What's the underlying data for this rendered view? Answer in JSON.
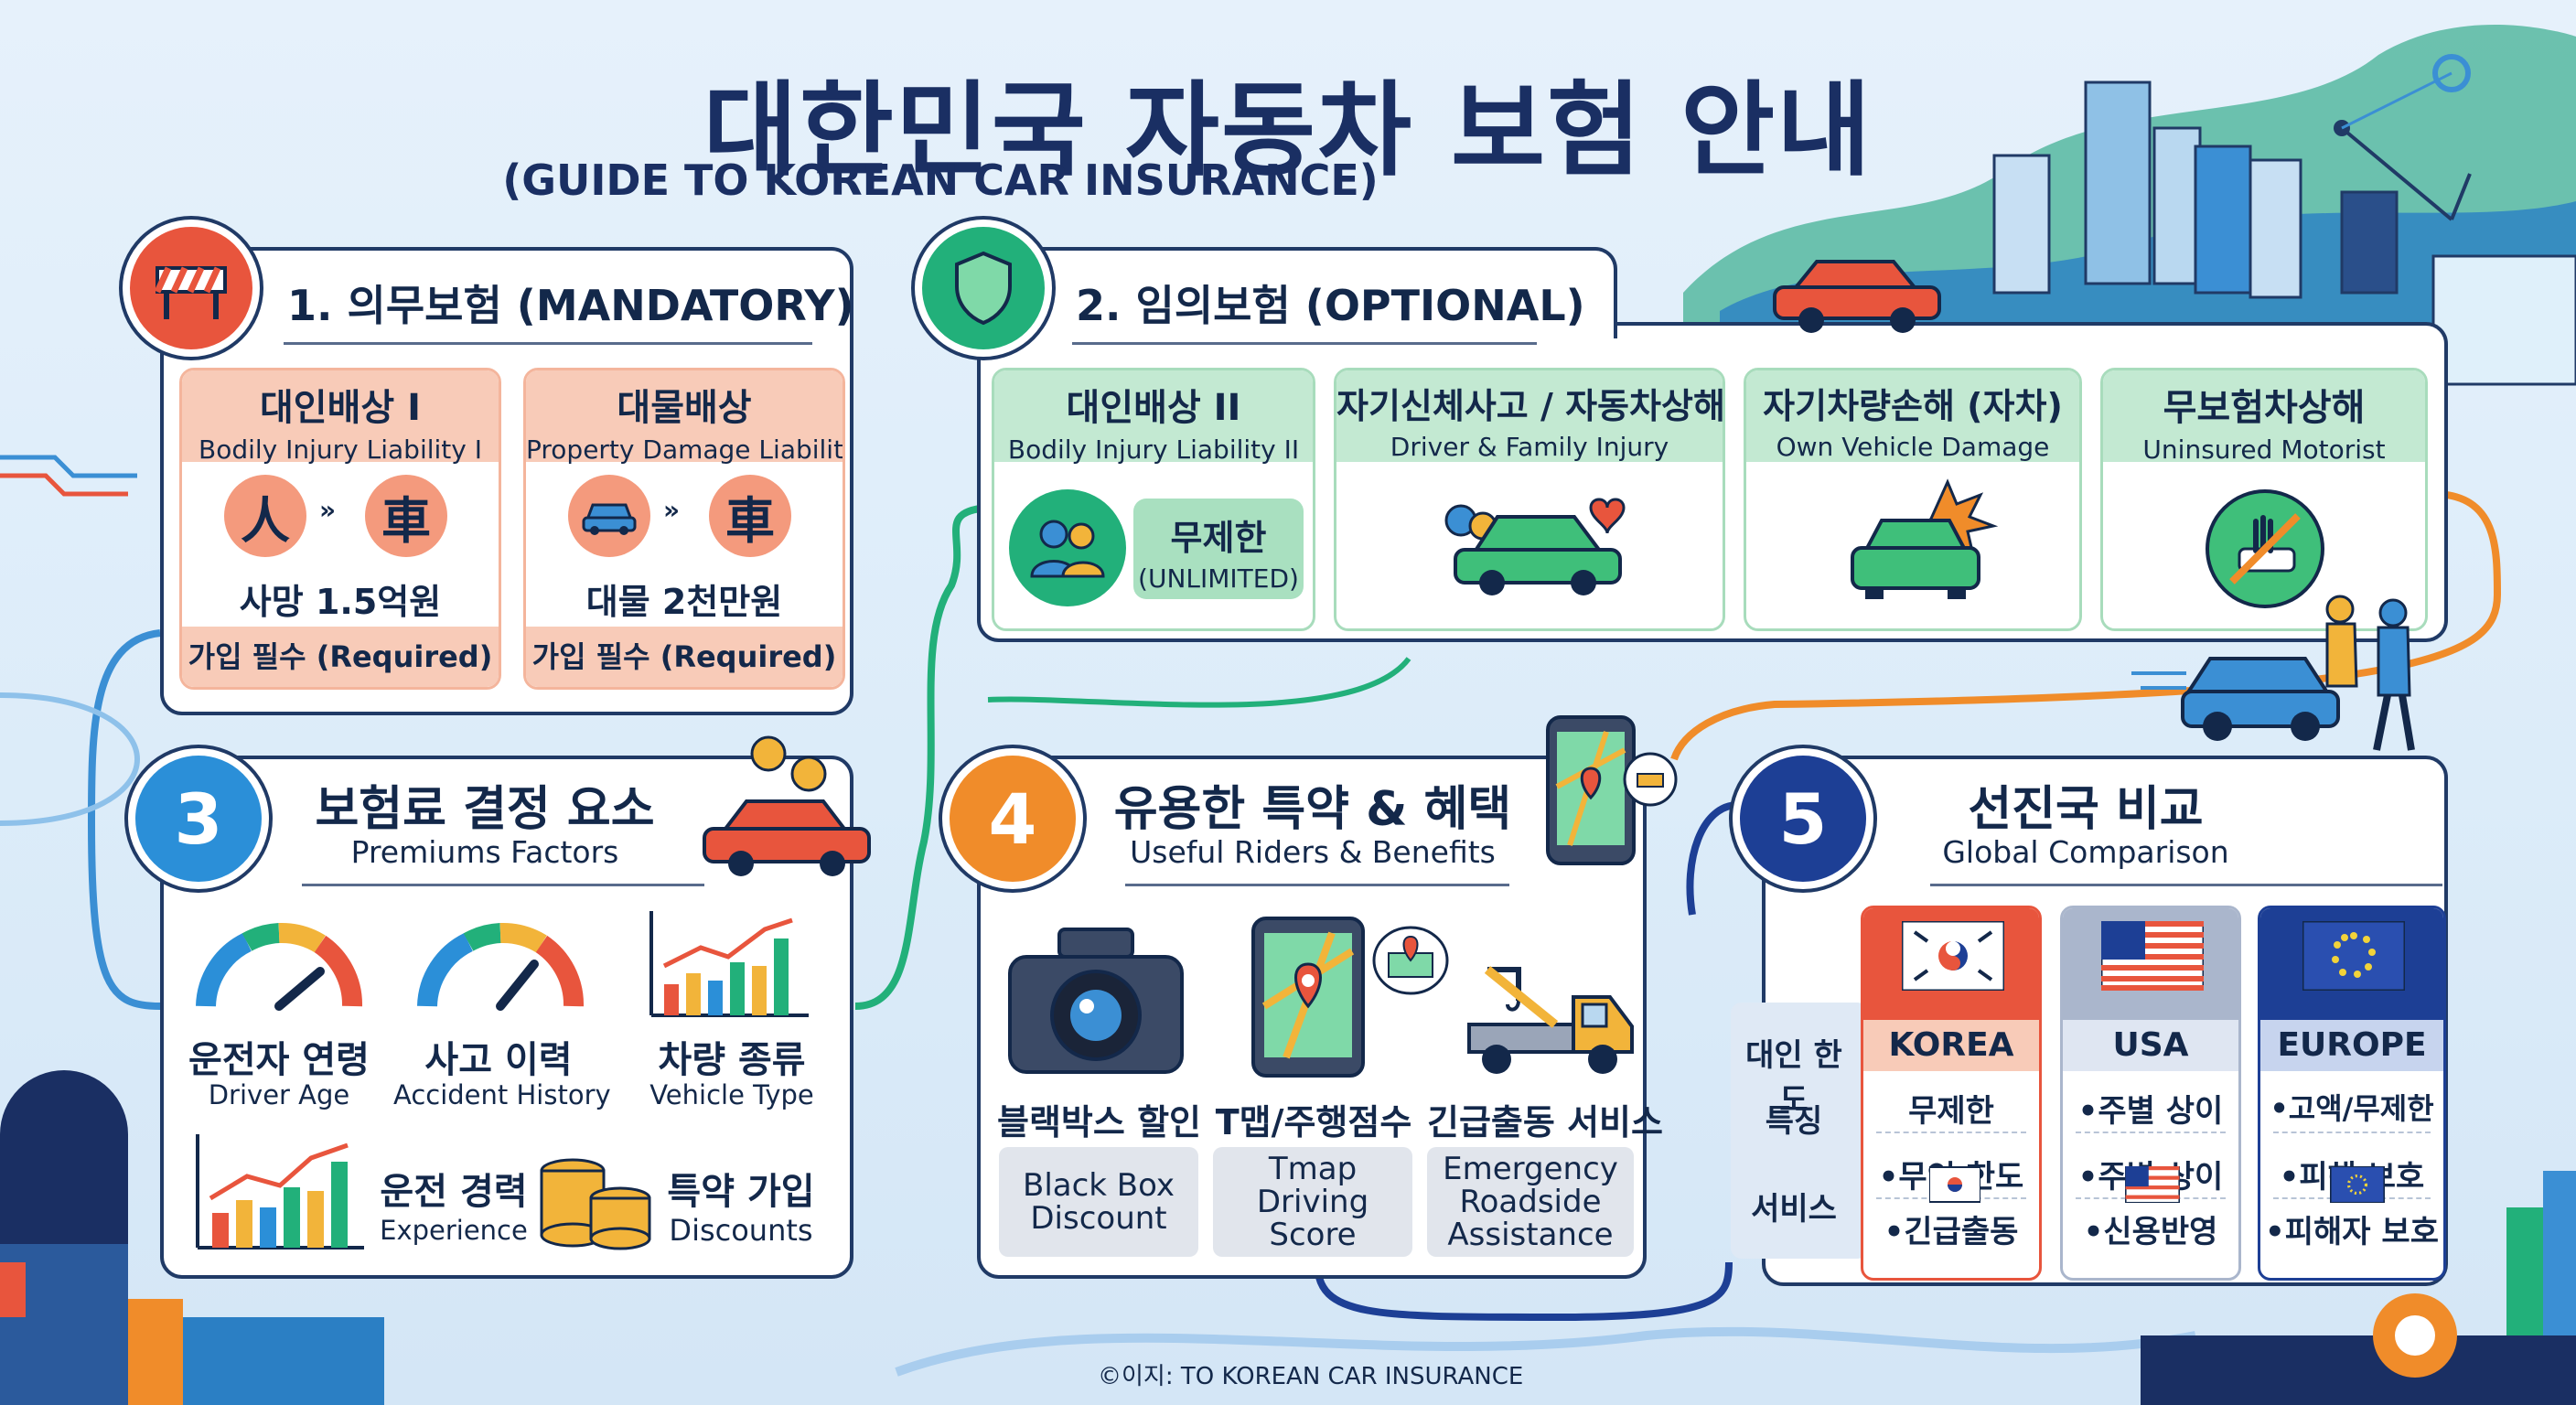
{
  "title": "대한민국 자동차 보험 안내",
  "subtitle": "(GUIDE TO KOREAN CAR INSURANCE)",
  "sections": {
    "mandatory": {
      "title": "1. 의무보험 (MANDATORY)",
      "cards": [
        {
          "title_ko": "대인배상 I",
          "title_en": "Bodily Injury Liability I",
          "icon_left": "人",
          "icon_right": "車",
          "value": "사망 1.5억원",
          "required": "가입 필수 (Required)"
        },
        {
          "title_ko": "대물배상",
          "title_en": "Property Damage Liability",
          "icon_right": "車",
          "value": "대물 2천만원",
          "required": "가입 필수 (Required)"
        }
      ]
    },
    "optional": {
      "title": "2. 임의보험 (OPTIONAL)",
      "cards": [
        {
          "title_ko": "대인배상 II",
          "title_en": "Bodily Injury Liability II",
          "badge_ko": "무제한",
          "badge_en": "(UNLIMITED)"
        },
        {
          "title_ko": "자기신체사고 / 자동차상해",
          "title_en": "Driver & Family Injury"
        },
        {
          "title_ko": "자기차량손해 (자차)",
          "title_en": "Own Vehicle Damage"
        },
        {
          "title_ko": "무보험차상해",
          "title_en": "Uninsured Motorist"
        }
      ]
    },
    "premiums": {
      "number": "3",
      "title_ko": "보험료 결정 요소",
      "title_en": "Premiums Factors",
      "factors": [
        {
          "ko": "운전자 연령",
          "en": "Driver Age"
        },
        {
          "ko": "사고 이력",
          "en": "Accident History"
        },
        {
          "ko": "차량 종류",
          "en": "Vehicle Type"
        },
        {
          "ko": "운전 경력",
          "en": "Experience"
        },
        {
          "ko": "특약 가입",
          "en": "Discounts"
        }
      ]
    },
    "riders": {
      "number": "4",
      "title_ko": "유용한 특약 & 혜택",
      "title_en": "Useful Riders & Benefits",
      "items": [
        {
          "ko": "블랙박스 할인",
          "en": "Black Box Discount"
        },
        {
          "ko": "T맵/주행점수",
          "en": "Tmap Driving Score"
        },
        {
          "ko": "긴급출동 서비스",
          "en": "Emergency Roadside Assistance"
        }
      ]
    },
    "comparison": {
      "number": "5",
      "title_ko": "선진국 비교",
      "title_en": "Global Comparison",
      "row_labels": [
        "대인 한도",
        "특징",
        "서비스"
      ],
      "columns": [
        {
          "name": "KOREA",
          "cells": [
            "무제한",
            "•무인 한도",
            "•긴급출동"
          ]
        },
        {
          "name": "USA",
          "cells": [
            "•주별 상이",
            "•주별 상이",
            "•신용반영"
          ]
        },
        {
          "name": "EUROPE",
          "cells": [
            "•고액/무제한",
            "•피해 보호",
            "•피해자 보호"
          ]
        }
      ]
    }
  },
  "footer": "©이지: TO KOREAN CAR INSURANCE",
  "colors": {
    "navy": "#1a2f63",
    "pink": "#f8cbb8",
    "green": "#c3e9d2",
    "korea_red": "#e8553d",
    "usa_gray": "#aab6cc",
    "europe_blue": "#1d3f95"
  }
}
